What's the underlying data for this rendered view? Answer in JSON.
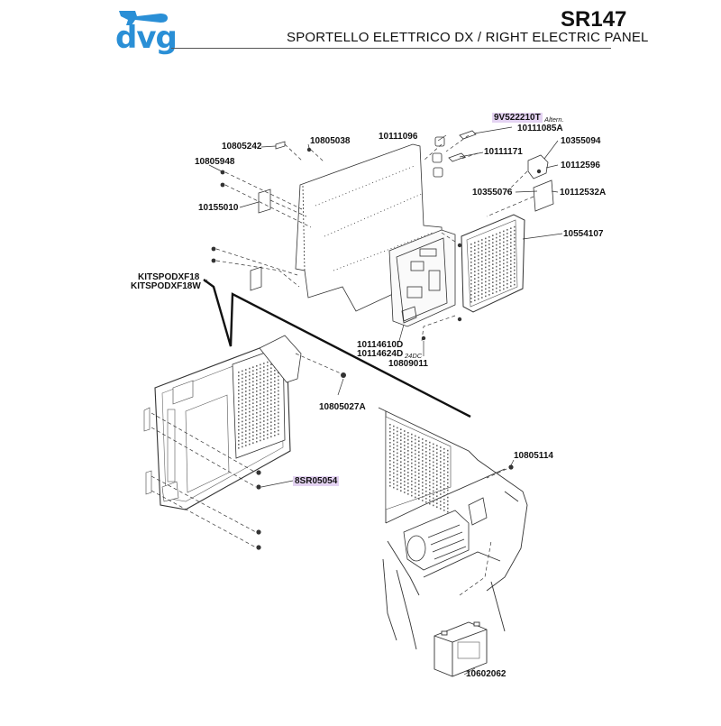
{
  "header": {
    "logo_text": "dvg",
    "code": "SR147",
    "title": "SPORTELLO ELETTRICO DX / RIGHT ELECTRIC PANEL"
  },
  "colors": {
    "brand": "#2a8fd6",
    "highlight": "#e4d3f2",
    "line": "#111111"
  },
  "parts": [
    {
      "id": "p1",
      "label": "9V522210T",
      "highlight": true
    },
    {
      "id": "p2",
      "label": "10111085A"
    },
    {
      "id": "p3",
      "label": "10111096"
    },
    {
      "id": "p4",
      "label": "10805038"
    },
    {
      "id": "p5",
      "label": "10805242"
    },
    {
      "id": "p6",
      "label": "10355094"
    },
    {
      "id": "p7",
      "label": "10111171"
    },
    {
      "id": "p8",
      "label": "10112596"
    },
    {
      "id": "p9",
      "label": "10805948"
    },
    {
      "id": "p10",
      "label": "10355076"
    },
    {
      "id": "p11",
      "label": "10112532A"
    },
    {
      "id": "p12",
      "label": "10155010"
    },
    {
      "id": "p13",
      "label": "10554107"
    },
    {
      "id": "p14",
      "label": "KITSPODXF18"
    },
    {
      "id": "p15",
      "label": "KITSPODXF18W"
    },
    {
      "id": "p16",
      "label": "10114610D"
    },
    {
      "id": "p17",
      "label": "10114624D"
    },
    {
      "id": "p18",
      "label": "10809011"
    },
    {
      "id": "p19",
      "label": "10805027A"
    },
    {
      "id": "p20",
      "label": "10805114"
    },
    {
      "id": "p21",
      "label": "8SR05054",
      "highlight": true
    },
    {
      "id": "p22",
      "label": "10602062"
    }
  ],
  "notes": {
    "altern": "Altern.",
    "dc24": "24DC"
  }
}
